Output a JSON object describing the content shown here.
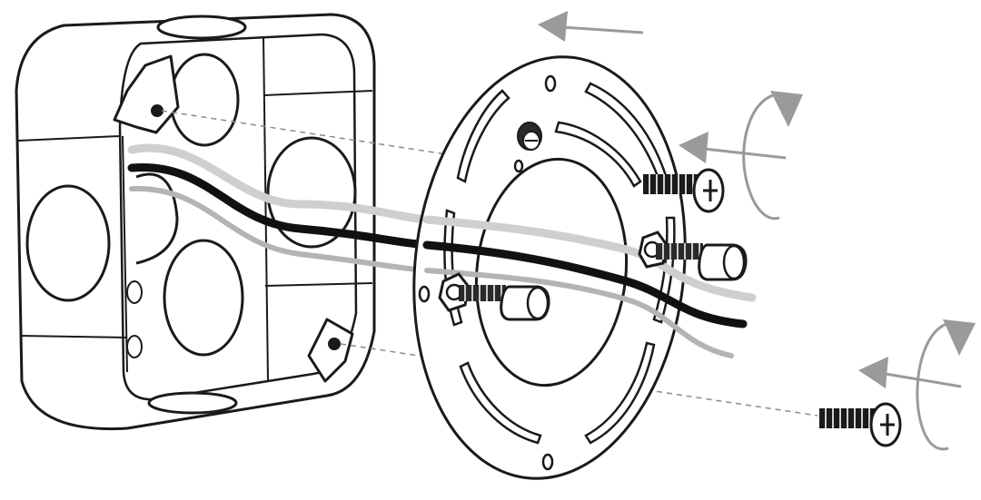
{
  "diagram": {
    "parts": [
      "junction-box",
      "mounting-bracket",
      "bracket-screw",
      "box-mounting-screw",
      "fixture-mounting-stud",
      "supply-wires"
    ],
    "colors": {
      "outline": "#1a1a1a",
      "wire_black": "#111111",
      "wire_gray": "#b4b4b4",
      "wire_light": "#cfcfcf",
      "arrow_gray": "#9a9a9a",
      "guide_dash": "#8a8a8a",
      "background": "#ffffff"
    },
    "icons": [
      "left-arrow-icon",
      "rotate-clockwise-icon"
    ]
  }
}
